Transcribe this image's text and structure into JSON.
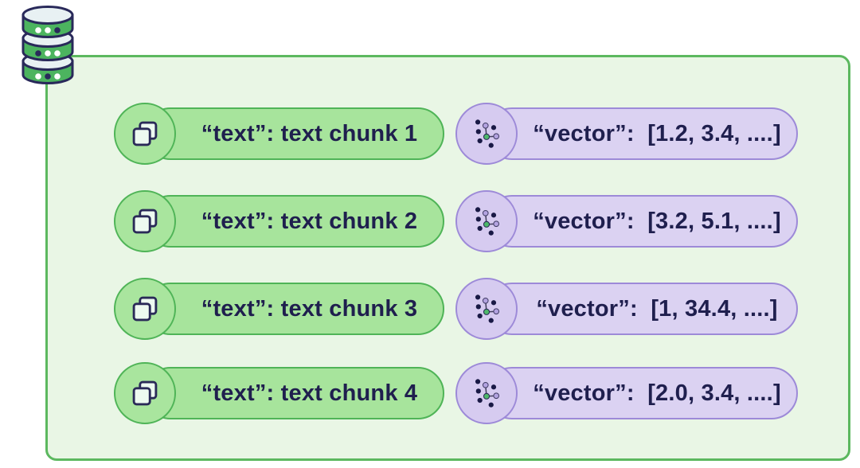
{
  "diagram": {
    "type": "vector-database-storage",
    "rows": [
      {
        "text": "“text”: text chunk 1",
        "vector": "“vector”:  [1.2, 3.4, ....]"
      },
      {
        "text": "“text”: text chunk 2",
        "vector": "“vector”:  [3.2, 5.1, ....]"
      },
      {
        "text": "“text”: text chunk 3",
        "vector": "“vector”:  [1, 34.4, ....]"
      },
      {
        "text": "“text”: text chunk 4",
        "vector": "“vector”:  [2.0, 3.4, ....]"
      }
    ],
    "icons": {
      "database": "database-icon",
      "text_chunk": "copy-icon",
      "vector": "vector-cluster-icon"
    },
    "colors": {
      "container_fill": "#e9f6e5",
      "container_border": "#5cb85f",
      "chunk_fill": "#a7e49c",
      "chunk_border": "#4fb457",
      "vector_fill": "#dbd2f2",
      "vector_border": "#9d8ad8",
      "text": "#1f1f4e",
      "db_green": "#4cb45f",
      "db_light": "#e8f1f3",
      "outline_navy": "#29295a"
    }
  }
}
